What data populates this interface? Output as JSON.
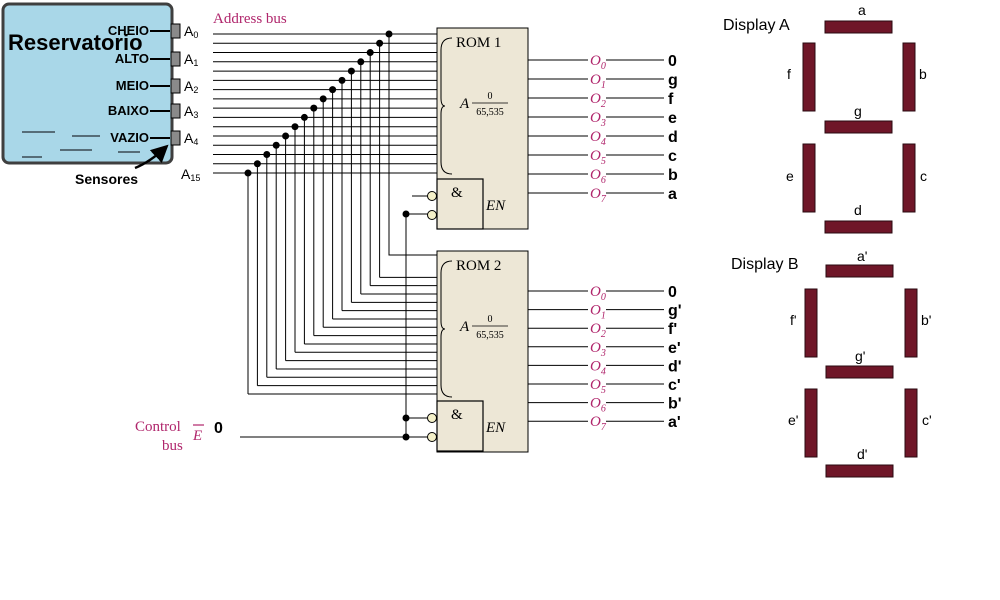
{
  "colors": {
    "tank_fill": "#a9d7e8",
    "tank_border": "#3f3f3f",
    "rom_fill": "#ede7d6",
    "magenta": "#b0266c",
    "segment_fill": "#6f1628",
    "wire": "#000000"
  },
  "reservoir": {
    "title": "Reservatorio",
    "sensors": [
      {
        "label": "CHEIO",
        "address": "A",
        "sub": "0"
      },
      {
        "label": "ALTO",
        "address": "A",
        "sub": "1"
      },
      {
        "label": "MEIO",
        "address": "A",
        "sub": "2"
      },
      {
        "label": "BAIXO",
        "address": "A",
        "sub": "3"
      },
      {
        "label": "VAZIO",
        "address": "A",
        "sub": "4"
      }
    ],
    "sensors_caption": "Sensores"
  },
  "address_bus_label": "Address bus",
  "a15": {
    "letter": "A",
    "sub": "15"
  },
  "control": {
    "line1": "Control",
    "line2": "bus",
    "signal": "E",
    "value": "0"
  },
  "roms": [
    {
      "title": "ROM 1",
      "addr_letter": "A",
      "range_top": "0",
      "range_bottom": "65,535",
      "gate": "&",
      "enable": "EN",
      "outputs": [
        {
          "letter": "O",
          "sub": "0",
          "target": "0"
        },
        {
          "letter": "O",
          "sub": "1",
          "target": "g"
        },
        {
          "letter": "O",
          "sub": "2",
          "target": "f"
        },
        {
          "letter": "O",
          "sub": "3",
          "target": "e"
        },
        {
          "letter": "O",
          "sub": "4",
          "target": "d"
        },
        {
          "letter": "O",
          "sub": "5",
          "target": "c"
        },
        {
          "letter": "O",
          "sub": "6",
          "target": "b"
        },
        {
          "letter": "O",
          "sub": "7",
          "target": "a"
        }
      ]
    },
    {
      "title": "ROM 2",
      "addr_letter": "A",
      "range_top": "0",
      "range_bottom": "65,535",
      "gate": "&",
      "enable": "EN",
      "outputs": [
        {
          "letter": "O",
          "sub": "0",
          "target": "0"
        },
        {
          "letter": "O",
          "sub": "1",
          "target": "g'"
        },
        {
          "letter": "O",
          "sub": "2",
          "target": "f'"
        },
        {
          "letter": "O",
          "sub": "3",
          "target": "e'"
        },
        {
          "letter": "O",
          "sub": "4",
          "target": "d'"
        },
        {
          "letter": "O",
          "sub": "5",
          "target": "c'"
        },
        {
          "letter": "O",
          "sub": "6",
          "target": "b'"
        },
        {
          "letter": "O",
          "sub": "7",
          "target": "a'"
        }
      ]
    }
  ],
  "displays": [
    {
      "title": "Display  A",
      "segments": {
        "a": "a",
        "b": "b",
        "c": "c",
        "d": "d",
        "e": "e",
        "f": "f",
        "g": "g"
      }
    },
    {
      "title": "Display B",
      "segments": {
        "a": "a'",
        "b": "b'",
        "c": "c'",
        "d": "d'",
        "e": "e'",
        "f": "f'",
        "g": "g'"
      }
    }
  ]
}
